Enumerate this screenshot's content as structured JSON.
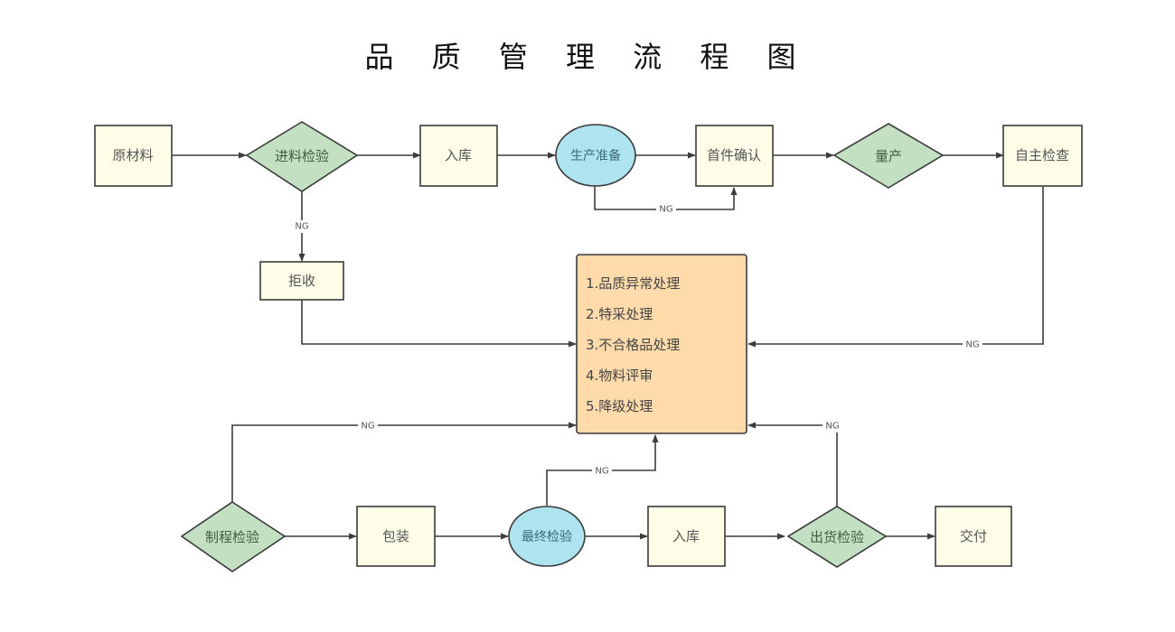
{
  "title": "品 质 管 理 流 程 图",
  "nodes": {
    "raw_material": "原材料",
    "incoming_inspection": "进料检验",
    "warehouse_in_1": "入库",
    "production_prep": "生产准备",
    "first_article": "首件确认",
    "mass_production": "量产",
    "self_inspection": "自主检查",
    "reject": "拒收",
    "process_inspection": "制程检验",
    "packaging": "包装",
    "final_inspection": "最终检验",
    "warehouse_in_2": "入库",
    "shipment_inspection": "出货检验",
    "delivery": "交付"
  },
  "handling": {
    "items": [
      "1.品质异常处理",
      "2.特采处理",
      "3.不合格品处理",
      "4.物料评审",
      "5.降级处理"
    ]
  },
  "edge_labels": {
    "ng": "NG"
  },
  "colors": {
    "process_box": "#fdfde8",
    "decision": "#c3e0c3",
    "terminal_ellipse": "#ade4f0",
    "handling_box": "#ffdbac",
    "line": "#3c3c3c"
  }
}
